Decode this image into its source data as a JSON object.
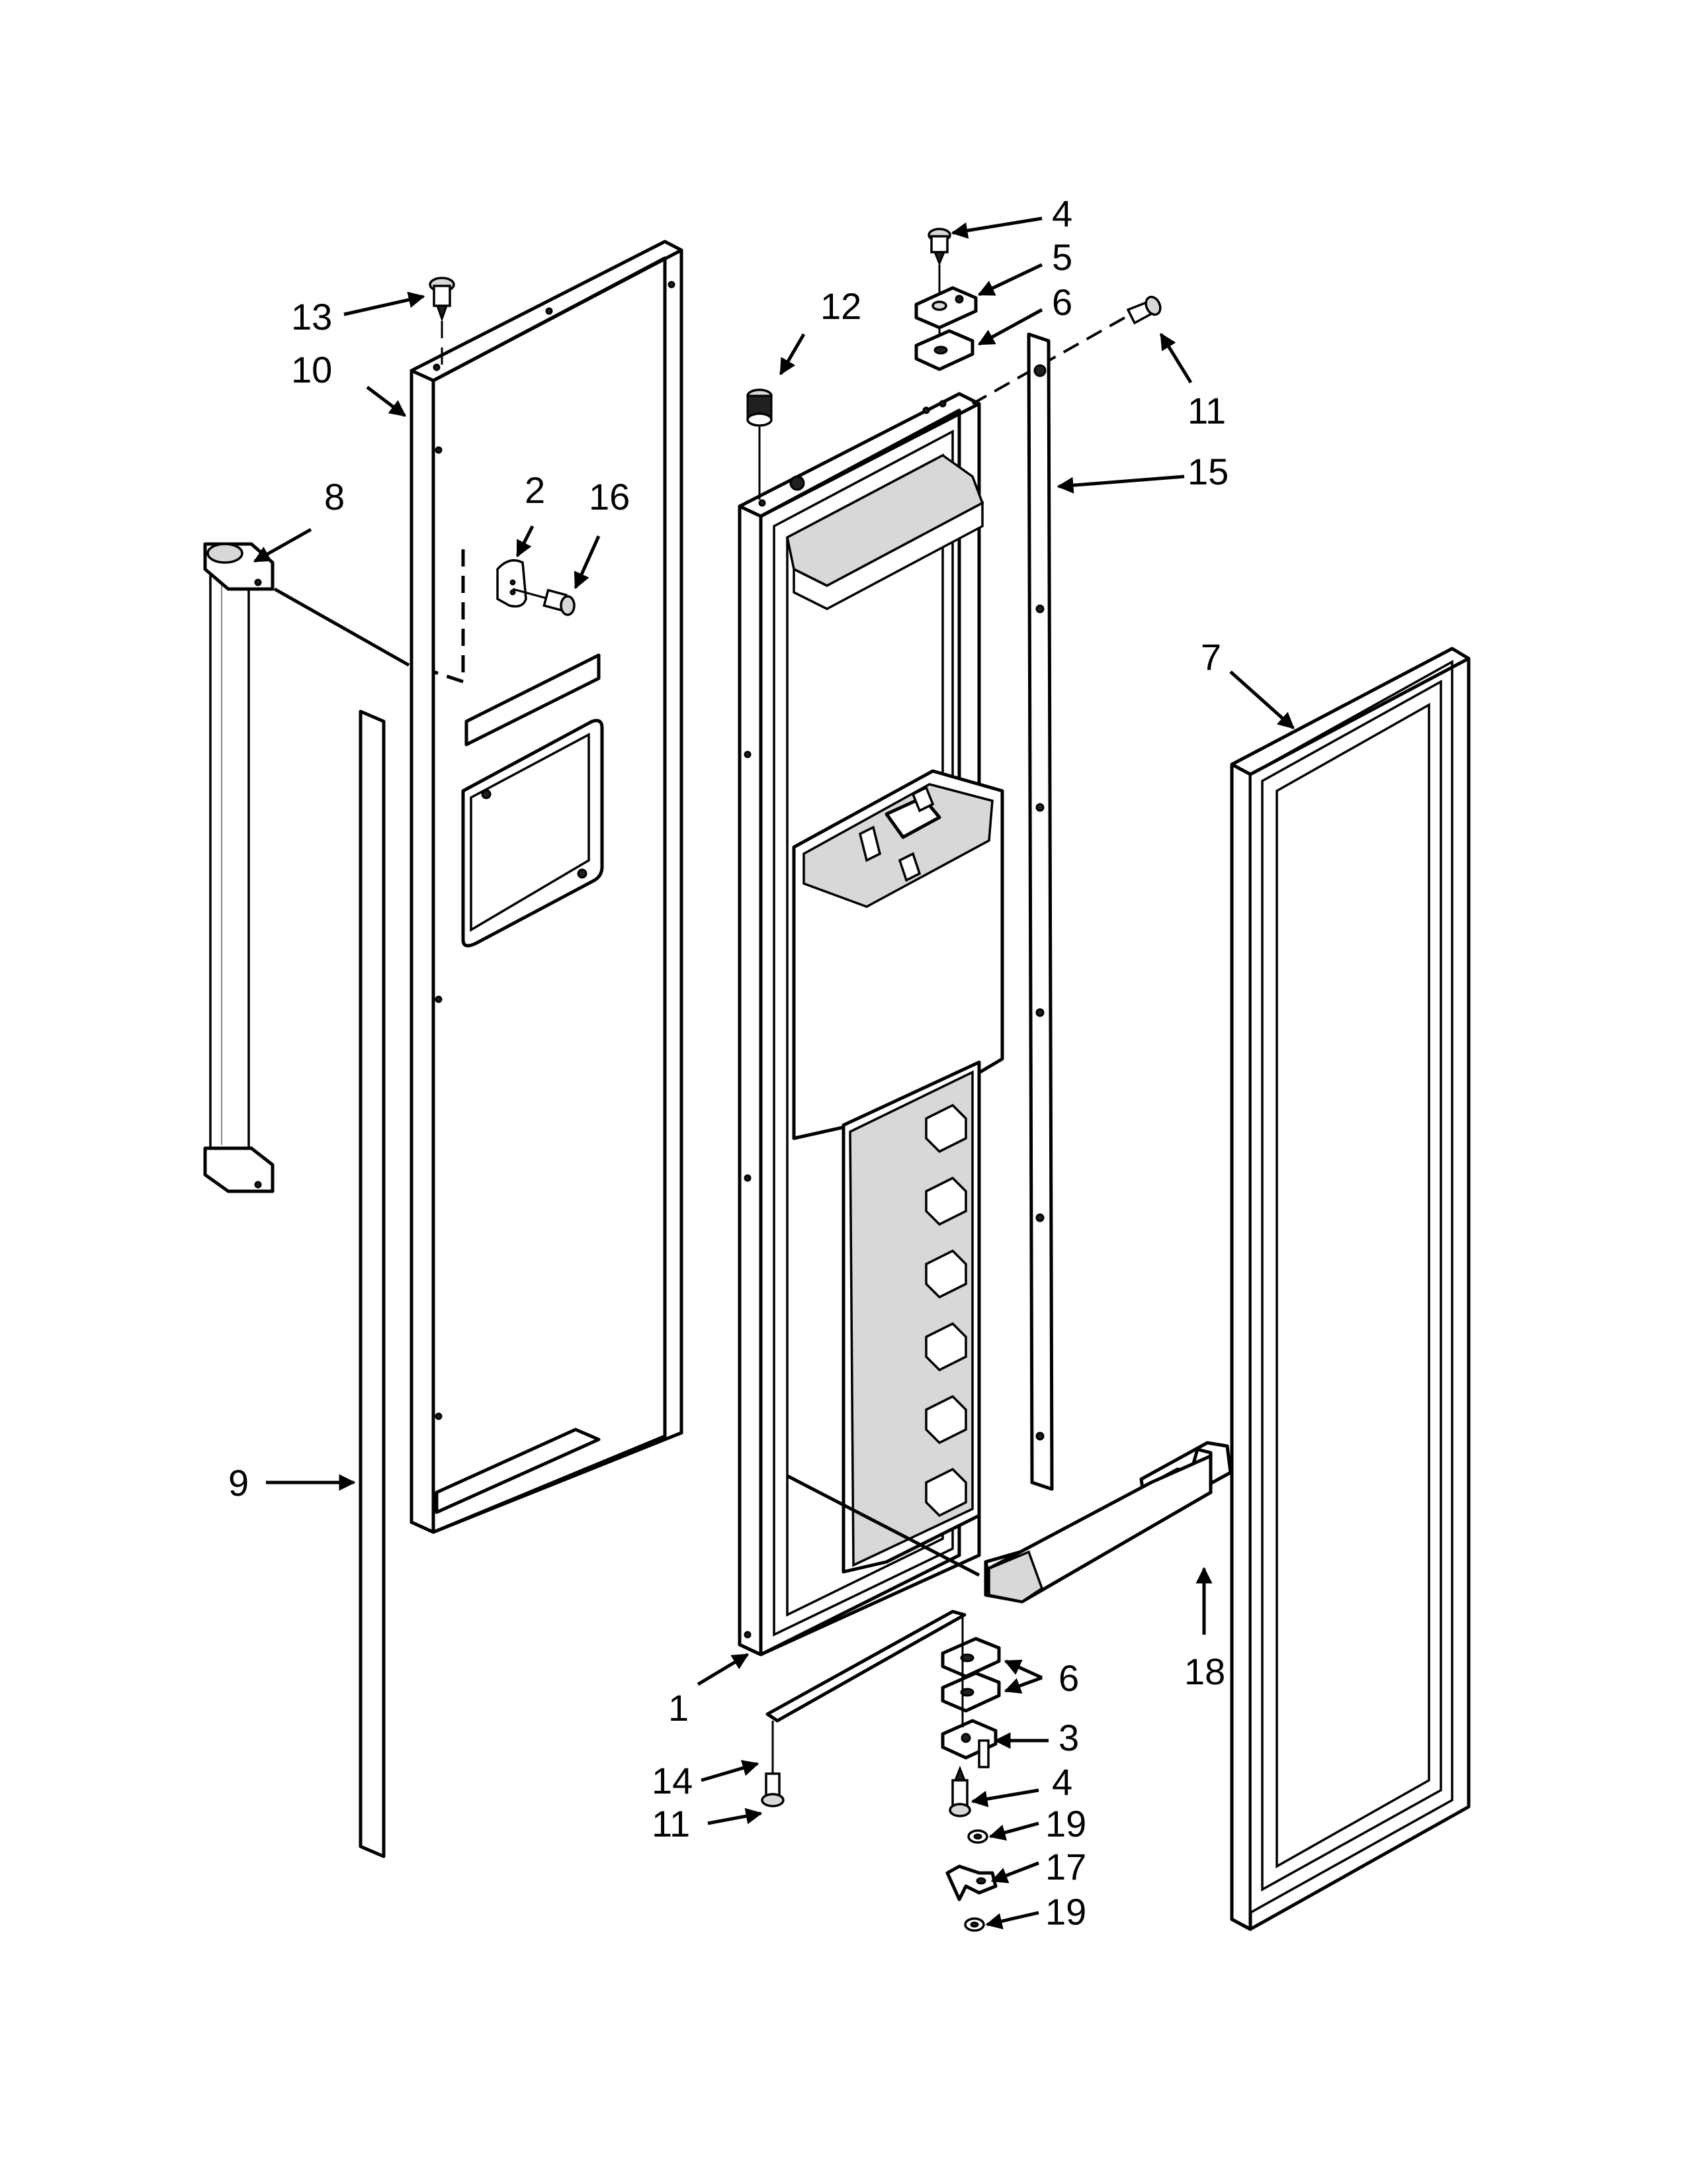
{
  "callouts": {
    "c1": "1",
    "c2": "2",
    "c3": "3",
    "c4_top": "4",
    "c4_bottom": "4",
    "c5": "5",
    "c6_top": "6",
    "c6_bottom": "6",
    "c7": "7",
    "c8": "8",
    "c9": "9",
    "c10": "10",
    "c11_top": "11",
    "c11_bottom": "11",
    "c12": "12",
    "c13": "13",
    "c14": "14",
    "c15": "15",
    "c16": "16",
    "c17": "17",
    "c18": "18",
    "c19_top": "19",
    "c19_bottom": "19"
  }
}
